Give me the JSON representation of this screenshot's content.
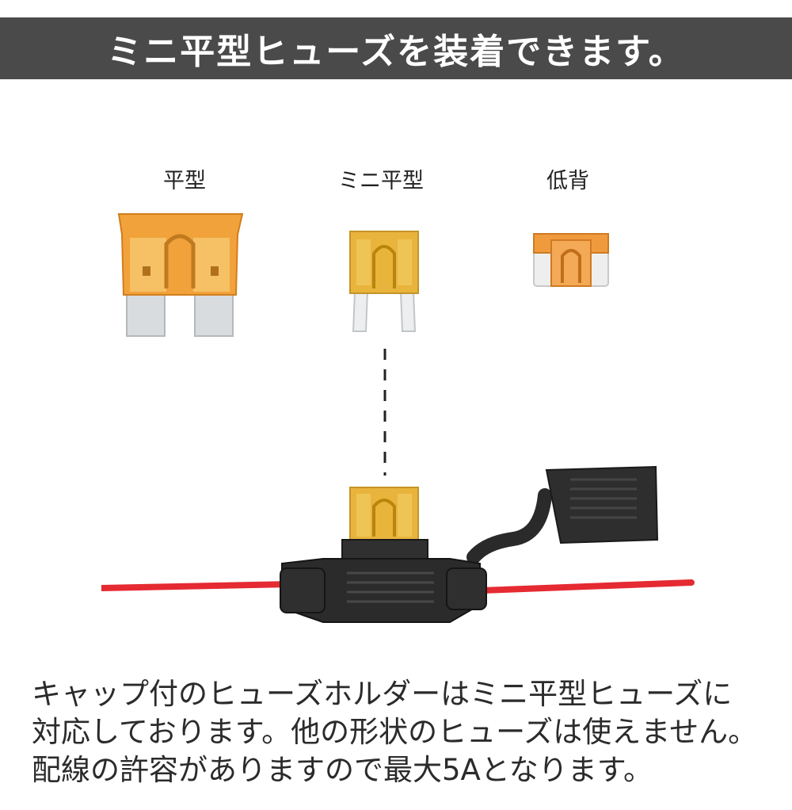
{
  "header": {
    "title": "ミニ平型ヒューズを装着できます。"
  },
  "fuses": [
    {
      "label": "平型",
      "icon": "standard-blade-fuse-icon",
      "color": "#f2a23a"
    },
    {
      "label": "ミニ平型",
      "icon": "mini-blade-fuse-icon",
      "color": "#e8b43c"
    },
    {
      "label": "低背",
      "icon": "low-profile-fuse-icon",
      "color": "#f09a3e"
    }
  ],
  "holder": {
    "icon": "fuse-holder-with-cap-icon",
    "wire_color": "#e52a32",
    "body_color": "#2a2a2a"
  },
  "caption": {
    "lines": [
      "キャップ付のヒューズホルダーはミニ平型ヒューズに",
      "対応しております。他の形状のヒューズは使えません。",
      "配線の許容がありますので最大5Aとなります。"
    ]
  }
}
